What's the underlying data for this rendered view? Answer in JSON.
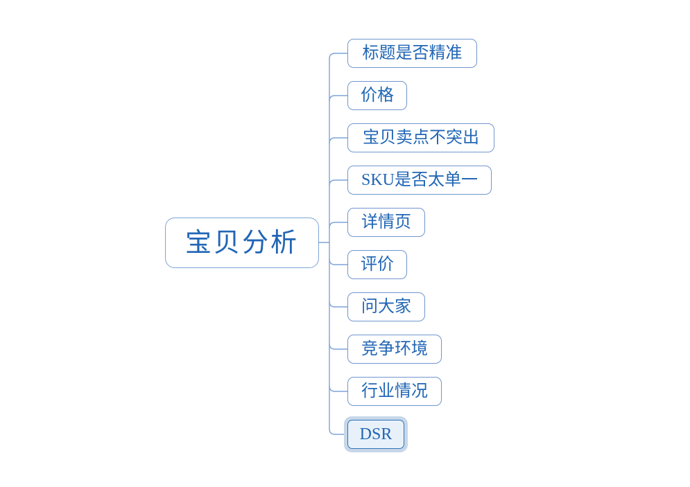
{
  "diagram": {
    "type": "mindmap",
    "root": {
      "label": "宝贝分析"
    },
    "children": [
      {
        "label": "标题是否精准",
        "selected": false
      },
      {
        "label": "价格",
        "selected": false
      },
      {
        "label": "宝贝卖点不突出",
        "selected": false
      },
      {
        "label": "SKU是否太单一",
        "selected": false
      },
      {
        "label": "详情页",
        "selected": false
      },
      {
        "label": "评价",
        "selected": false
      },
      {
        "label": "问大家",
        "selected": false
      },
      {
        "label": "竞争环境",
        "selected": false
      },
      {
        "label": "行业情况",
        "selected": false
      },
      {
        "label": "DSR",
        "selected": true
      }
    ],
    "colors": {
      "background": "#ffffff",
      "connector_line": "#7da3d8",
      "node_border": "#7195cf",
      "node_text": "#2166b5",
      "selected_border": "#2e74b5",
      "selected_fill": "#e8f1f9",
      "selected_halo": "#c7d7e9"
    }
  }
}
